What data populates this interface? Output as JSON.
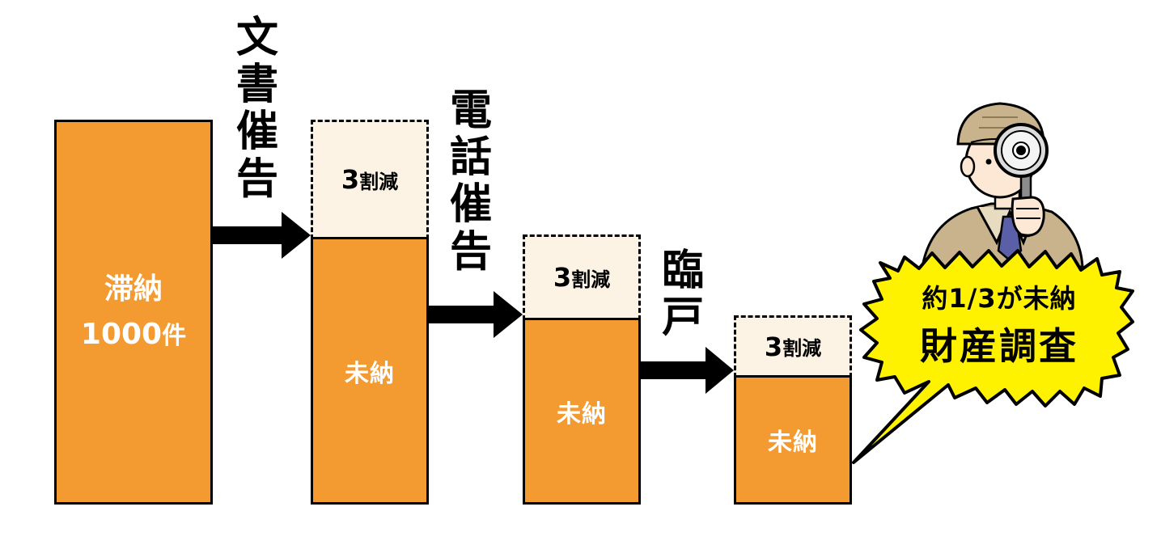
{
  "stages": {
    "initial": {
      "label_line1": "滞納",
      "label_line2_number": "1000",
      "label_line2_unit": "件"
    },
    "unpaid_label": "未納",
    "reduction": {
      "number": "3",
      "text": "割減"
    },
    "steps": [
      {
        "label": [
          "文",
          "書",
          "催",
          "告"
        ]
      },
      {
        "label": [
          "電",
          "話",
          "催",
          "告"
        ]
      },
      {
        "label": [
          "臨",
          "戸"
        ]
      }
    ]
  },
  "callout": {
    "line1": "約1/3が未納",
    "line2": "財産調査"
  },
  "colors": {
    "bar": "#f39a30",
    "reduced": "#fcf3e4",
    "callout": "#fff200",
    "arrow": "#000000"
  },
  "icons": {
    "character": "detective-icon",
    "tool": "magnifying-glass-icon"
  }
}
